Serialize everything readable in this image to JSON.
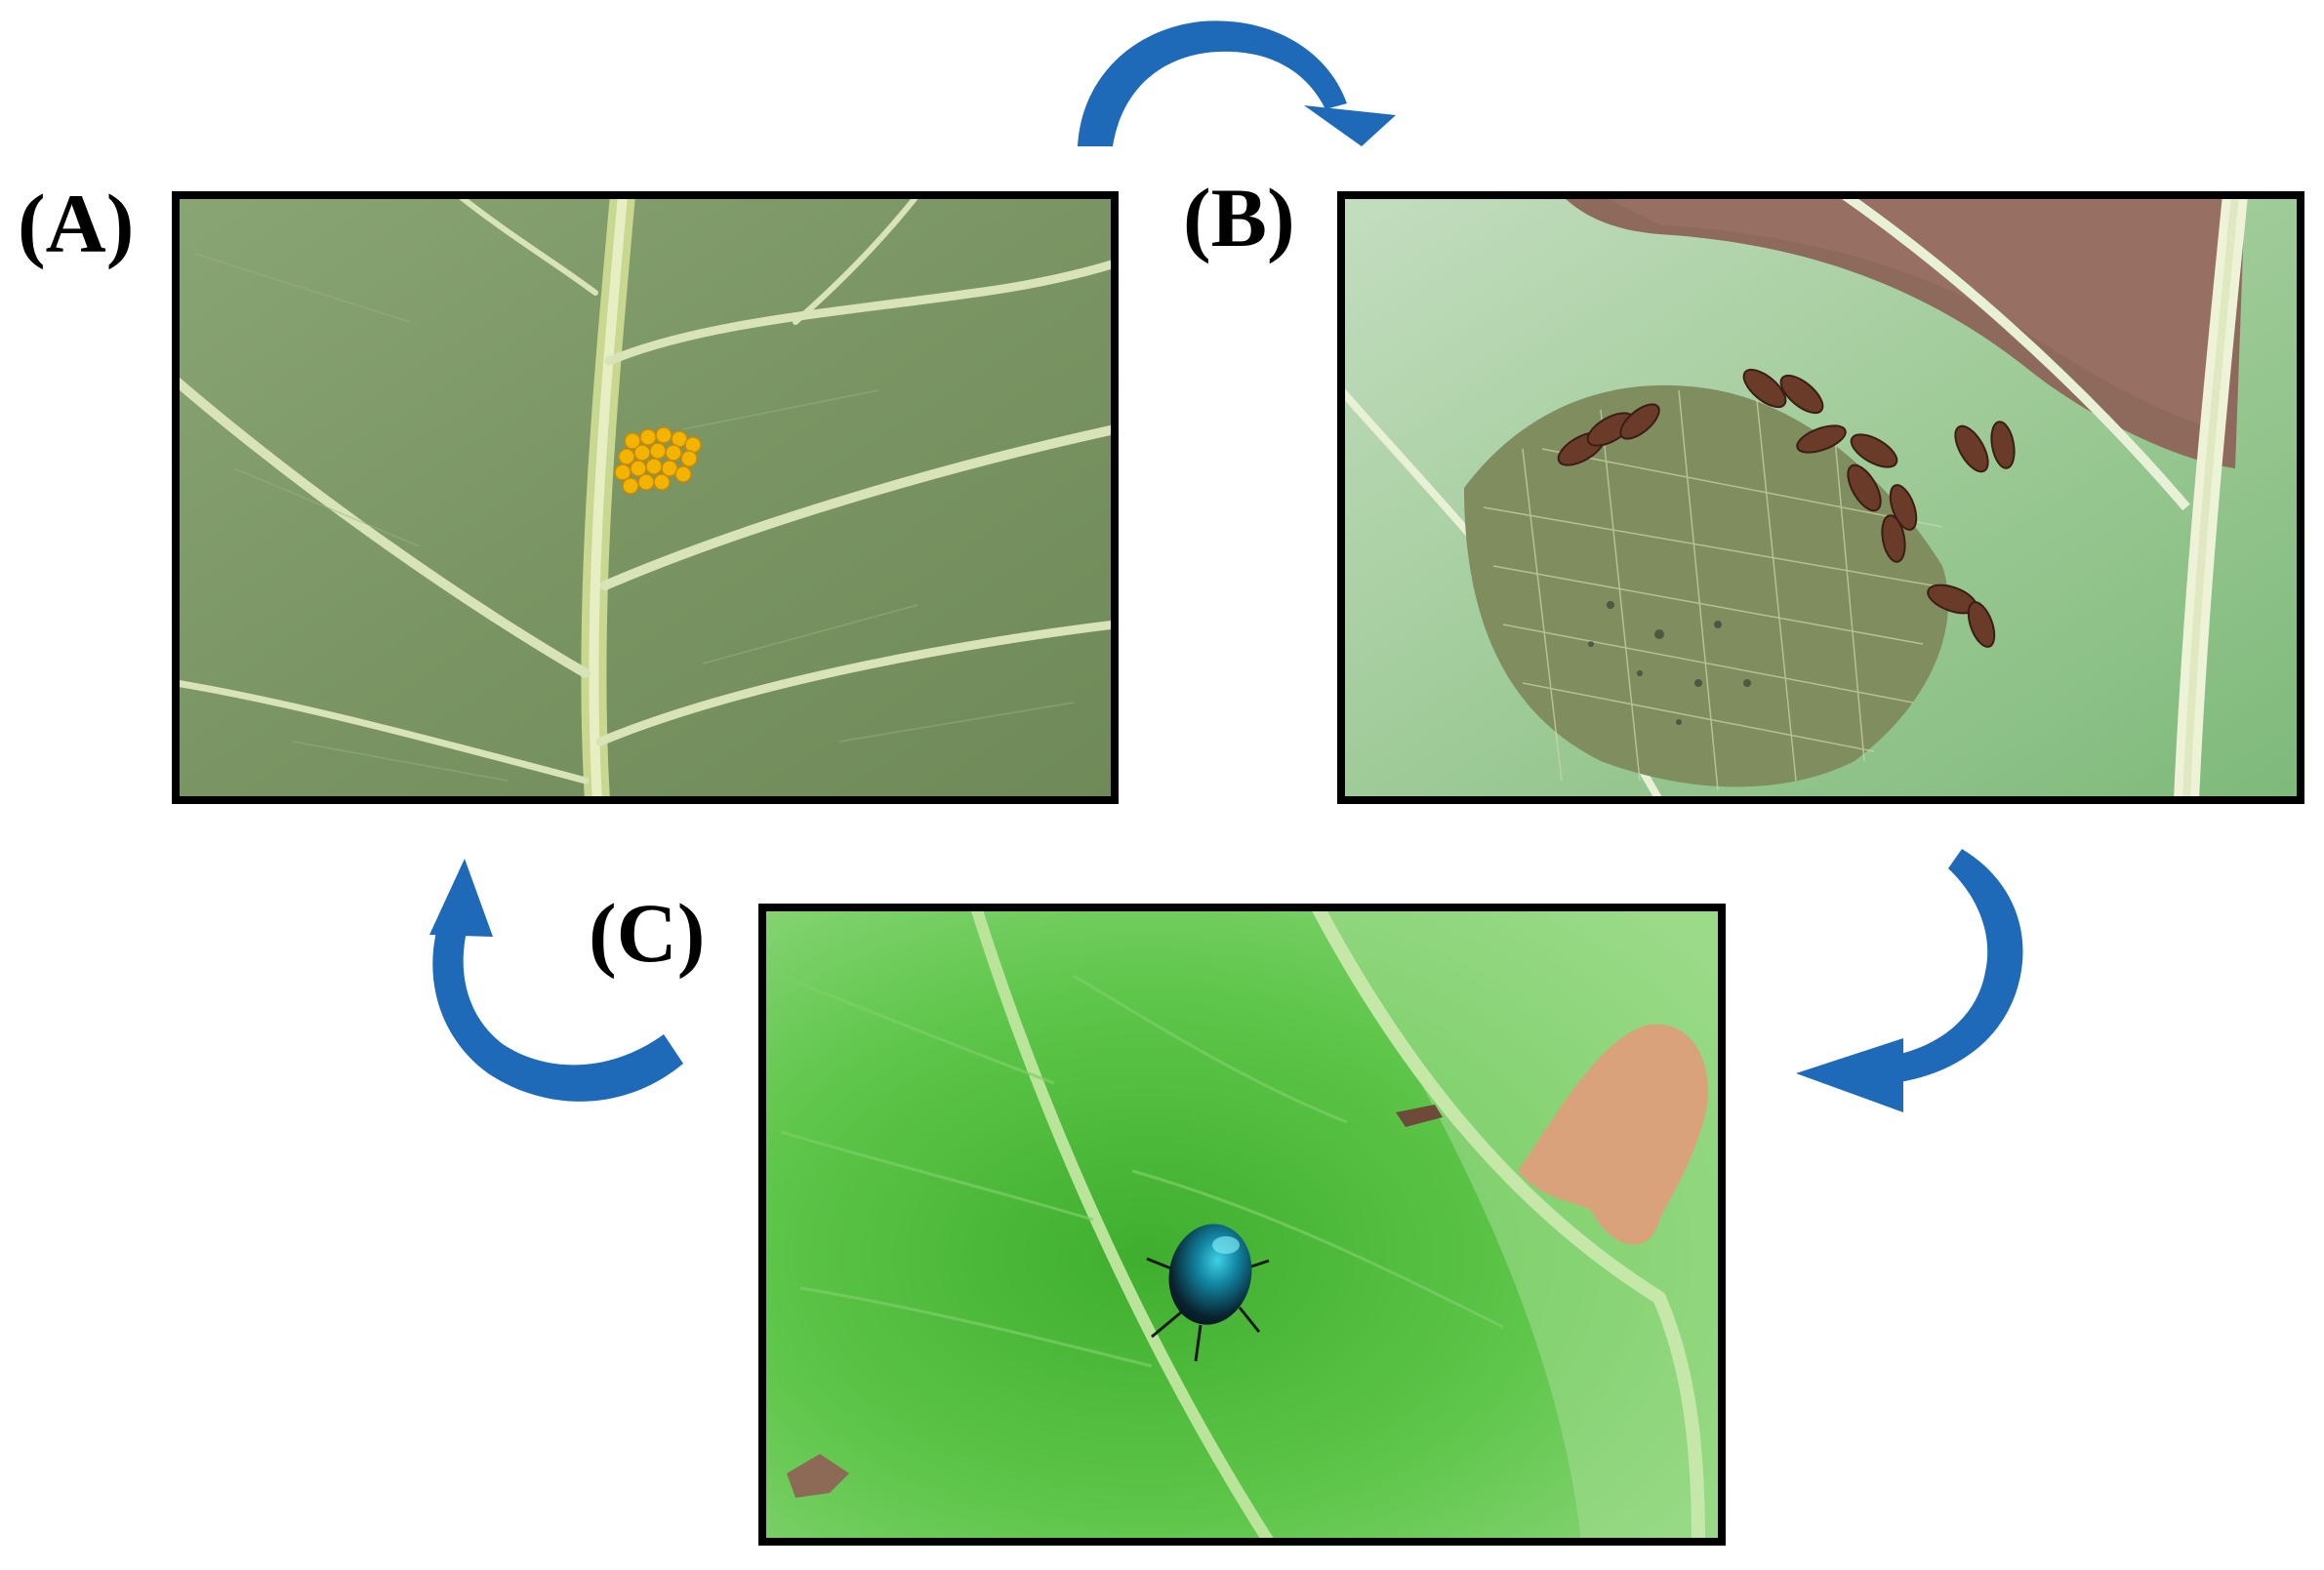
{
  "panels": [
    {
      "id": "A",
      "label": "(A)",
      "subject": "egg-cluster"
    },
    {
      "id": "B",
      "label": "(B)",
      "subject": "larvae"
    },
    {
      "id": "C",
      "label": "(C)",
      "subject": "adult-beetle"
    }
  ],
  "colors": {
    "arrow": "#1e6ab8",
    "frame": "#000000",
    "leaf_a": "#7f9a68",
    "leaf_b": "#9dc49a",
    "leaf_c": "#5fc24a",
    "eggs": "#f2b400",
    "larva": "#6b3b2a",
    "beetle": "#0a2a3a",
    "beetle_sheen": "#1fa9c4"
  },
  "arrows": [
    {
      "from": "A",
      "to": "B"
    },
    {
      "from": "B",
      "to": "C"
    },
    {
      "from": "C",
      "to": "A"
    }
  ]
}
